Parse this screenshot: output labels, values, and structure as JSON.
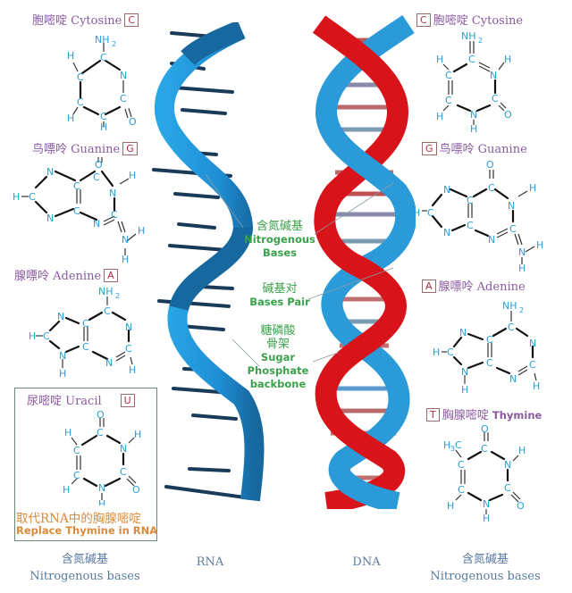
{
  "left_bases": {
    "cytosine": {
      "name": "胞嘧啶 Cytosine",
      "letter": "C"
    },
    "guanine": {
      "name": "鸟嘌呤 Guanine",
      "letter": "G"
    },
    "adenine": {
      "name": "腺嘌呤 Adenine",
      "letter": "A"
    },
    "uracil": {
      "name": "尿嘧啶 Uracil",
      "letter": "U",
      "note_cn": "取代RNA中的胸腺嘧啶",
      "note_en": "Replace Thymine in RNA"
    }
  },
  "right_bases": {
    "cytosine": {
      "name": "胞嘧啶 Cytosine",
      "letter": "C"
    },
    "guanine": {
      "name": "鸟嘌呤 Guanine",
      "letter": "G"
    },
    "adenine": {
      "name": "腺嘌呤 Adenine",
      "letter": "A"
    },
    "thymine": {
      "name_cn": "胸腺嘧啶",
      "name_en": "Thymine",
      "letter": "T"
    }
  },
  "callouts": {
    "nitrogenous_bases": {
      "cn": "含氮碱基",
      "en1": "Nitrogenous",
      "en2": "Bases"
    },
    "bases_pair": {
      "cn": "碱基对",
      "en": "Bases Pair"
    },
    "backbone": {
      "cn1": "糖磷酸",
      "cn2": "骨架",
      "en1": "Sugar",
      "en2": "Phosphate",
      "en3": "backbone"
    }
  },
  "footer": {
    "left": {
      "cn": "含氮碱基",
      "en": "Nitrogenous bases"
    },
    "rna": "RNA",
    "dna": "DNA",
    "right": {
      "cn": "含氮碱基",
      "en": "Nitrogenous bases"
    }
  },
  "atoms": {
    "C": "C",
    "N": "N",
    "O": "O",
    "H": "H",
    "NH": "NH",
    "two": "2",
    "H3": "H",
    "three": "3"
  },
  "colors": {
    "rna_strand": "#1f8fd6",
    "rna_strand_dark": "#17689f",
    "dna_red": "#d8141a",
    "dna_blue": "#2a9ad8",
    "atom_text": "#2a9fd0",
    "label_purple": "#8a5aa0",
    "label_green": "#3aa24a",
    "label_orange": "#d98a3a",
    "footer_text": "#5a7aa0"
  }
}
